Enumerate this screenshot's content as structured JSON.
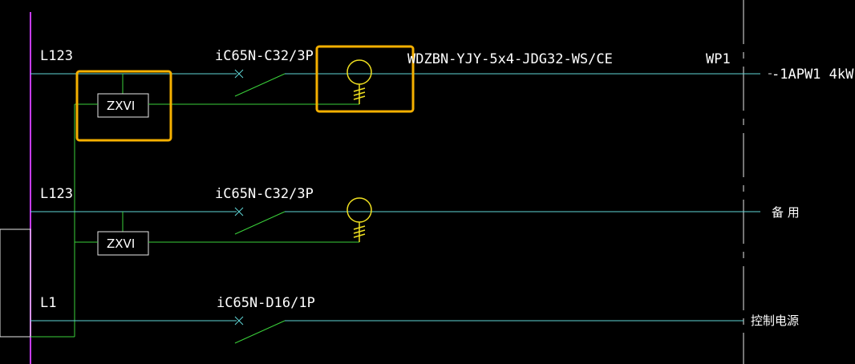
{
  "circuits": [
    {
      "phase_label": "L123",
      "breaker_label": "iC65N-C32/3P",
      "module_label": "ZXVI",
      "cable_label": "WDZBN-YJY-5x4-JDG32-WS/CE",
      "circuit_id": "WP1",
      "load_label": "-1APW1 4kW"
    },
    {
      "phase_label": "L123",
      "breaker_label": "iC65N-C32/3P",
      "module_label": "ZXVI",
      "load_label": "备 用"
    },
    {
      "phase_label": "L1",
      "breaker_label": "iC65N-D16/1P",
      "load_label": "控制电源"
    }
  ],
  "colors": {
    "background": "#000000",
    "bus": "#c83cff",
    "phase_line": "#5fd6d6",
    "control_wire": "#3ad13a",
    "meter_symbol": "#f0e020",
    "highlight_box": "#f5b000",
    "text": "#ffffff"
  }
}
